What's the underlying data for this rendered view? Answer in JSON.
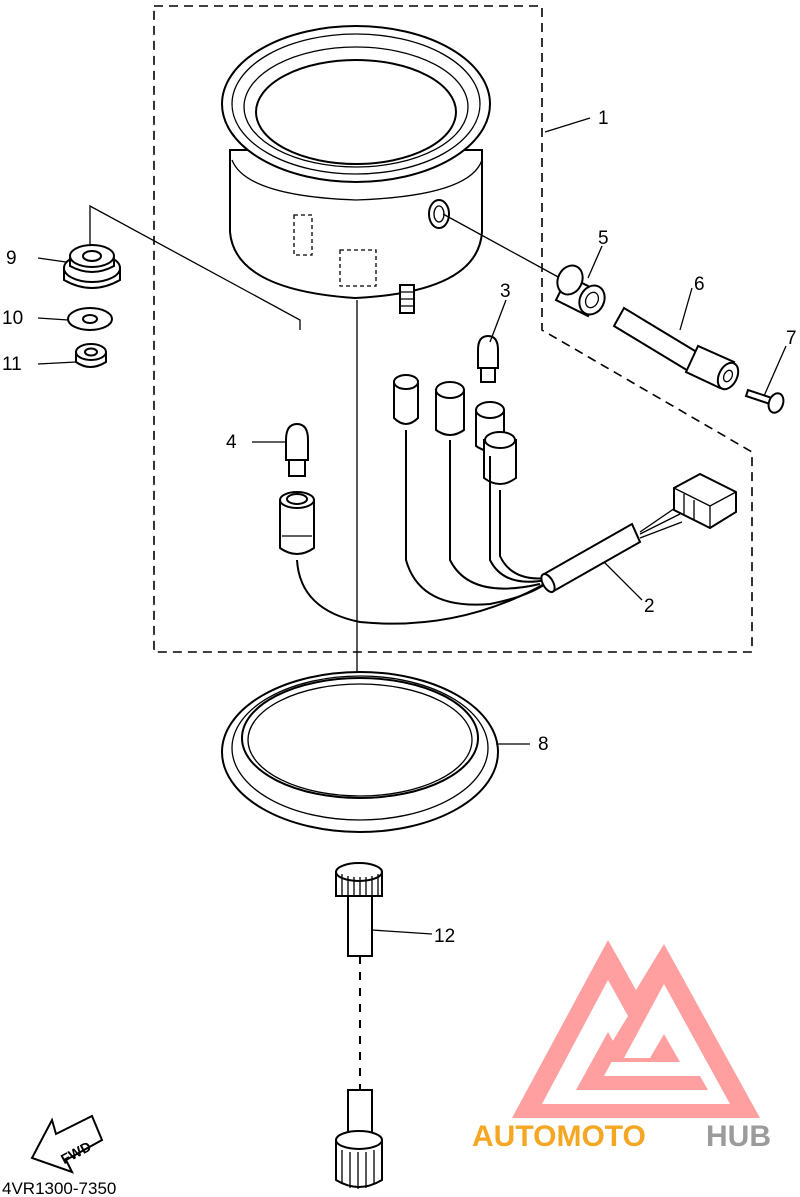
{
  "diagram": {
    "callouts": [
      "1",
      "2",
      "3",
      "4",
      "5",
      "6",
      "7",
      "8",
      "9",
      "10",
      "11",
      "12"
    ],
    "fwd_label": "FWD",
    "drawing_code": "4VR1300-7350"
  },
  "watermark": {
    "text_a": "AUTOMOTO",
    "text_b": "HUB",
    "color_a": "#f5a623",
    "color_b": "#9b9b9b",
    "logo_color": "#ff8080"
  }
}
